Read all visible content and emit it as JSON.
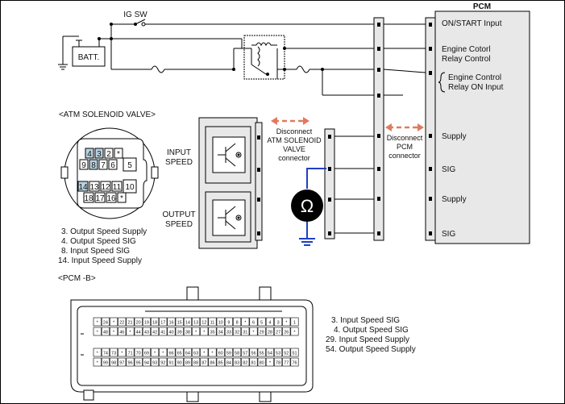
{
  "battery": {
    "label": "BATT."
  },
  "ig_switch": {
    "label": "IG SW"
  },
  "pcm": {
    "title": "PCM",
    "rows": [
      "ON/START Input",
      "Engine Cotorl",
      "Relay Control",
      "Engine Control",
      "Relay ON Input",
      "Supply",
      "SIG",
      "Supply",
      "SIG"
    ]
  },
  "pcm_connector_note": {
    "lines": [
      "Disconnect",
      "PCM",
      "connector"
    ]
  },
  "atm_connector_note": {
    "lines": [
      "Disconnect",
      "ATM SOLENOID",
      "VALVE",
      "connector"
    ]
  },
  "sensors": {
    "input": [
      "INPUT",
      "SPEED"
    ],
    "output": [
      "OUTPUT",
      "SPEED"
    ]
  },
  "ohmmeter": {
    "symbol": "Ω"
  },
  "atm_valve": {
    "title": "<ATM SOLENOID VALVE>",
    "pins_row1": [
      "4",
      "3",
      "2",
      "*"
    ],
    "pins_row2": [
      "9",
      "8",
      "7",
      "6",
      "5"
    ],
    "pins_row3": [
      "14",
      "13",
      "12",
      "11",
      "10"
    ],
    "pins_row4": [
      "18",
      "17",
      "16",
      "*"
    ],
    "legend": [
      "3. Output Speed Supply",
      "4. Output Speed SIG",
      "8. Input Speed SIG",
      "14. Input Speed Supply"
    ]
  },
  "pcm_b": {
    "title": "<PCM -B>",
    "row_a": [
      "*",
      "24",
      "*",
      "22",
      "21",
      "20",
      "19",
      "18",
      "17",
      "16",
      "15",
      "14",
      "13",
      "12",
      "11",
      "10",
      "9",
      "8",
      "*",
      "6",
      "5",
      "4",
      "3",
      "*",
      "1"
    ],
    "row_b": [
      "*",
      "48",
      "*",
      "46",
      "*",
      "44",
      "43",
      "42",
      "41",
      "40",
      "39",
      "38",
      "*",
      "*",
      "35",
      "34",
      "33",
      "32",
      "31",
      "*",
      "29",
      "28",
      "27",
      "26",
      "*"
    ],
    "row_c": [
      "*",
      "74",
      "73",
      "*",
      "71",
      "70",
      "69",
      "*",
      "*",
      "66",
      "65",
      "64",
      "63",
      "*",
      "*",
      "60",
      "59",
      "58",
      "57",
      "56",
      "55",
      "54",
      "53",
      "52",
      "51"
    ],
    "row_d": [
      "*",
      "99",
      "98",
      "97",
      "96",
      "95",
      "94",
      "93",
      "92",
      "91",
      "90",
      "89",
      "88",
      "87",
      "86",
      "85",
      "84",
      "83",
      "82",
      "81",
      "80",
      "*",
      "78",
      "77",
      "76"
    ],
    "legend": [
      "3. Input Speed SIG",
      "4. Output Speed SIG",
      "29. Input Speed Supply",
      "54. Output Speed Supply"
    ]
  },
  "colors": {
    "arrow": "#e07a5f",
    "probe_wire": "#1f3fc4",
    "highlight_pin": "#b8d4e0",
    "connector_fill": "#e8e8e8"
  }
}
